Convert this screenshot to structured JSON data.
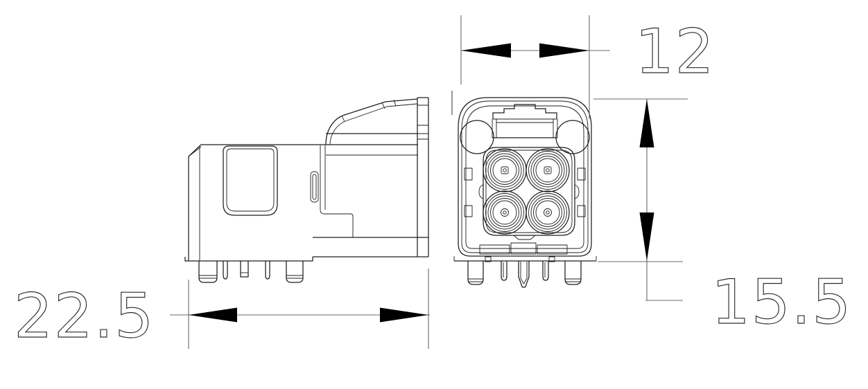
{
  "page": {
    "background": "#ffffff"
  },
  "drawing": {
    "kind": "engineering-drawing",
    "subject": "right-angle 4-position coaxial connector, two orthographic views",
    "line_color": "#1c1c1c",
    "dimension_line_color": "#6a6a6a",
    "arrow_color": "#000000",
    "dimensions": {
      "overall_depth": {
        "label": "22.5",
        "orientation": "horizontal",
        "location": "bottom of side view"
      },
      "face_width": {
        "label": "12",
        "orientation": "horizontal",
        "location": "top of front view"
      },
      "face_height": {
        "label": "15.5",
        "orientation": "vertical",
        "location": "right of front view"
      }
    }
  }
}
